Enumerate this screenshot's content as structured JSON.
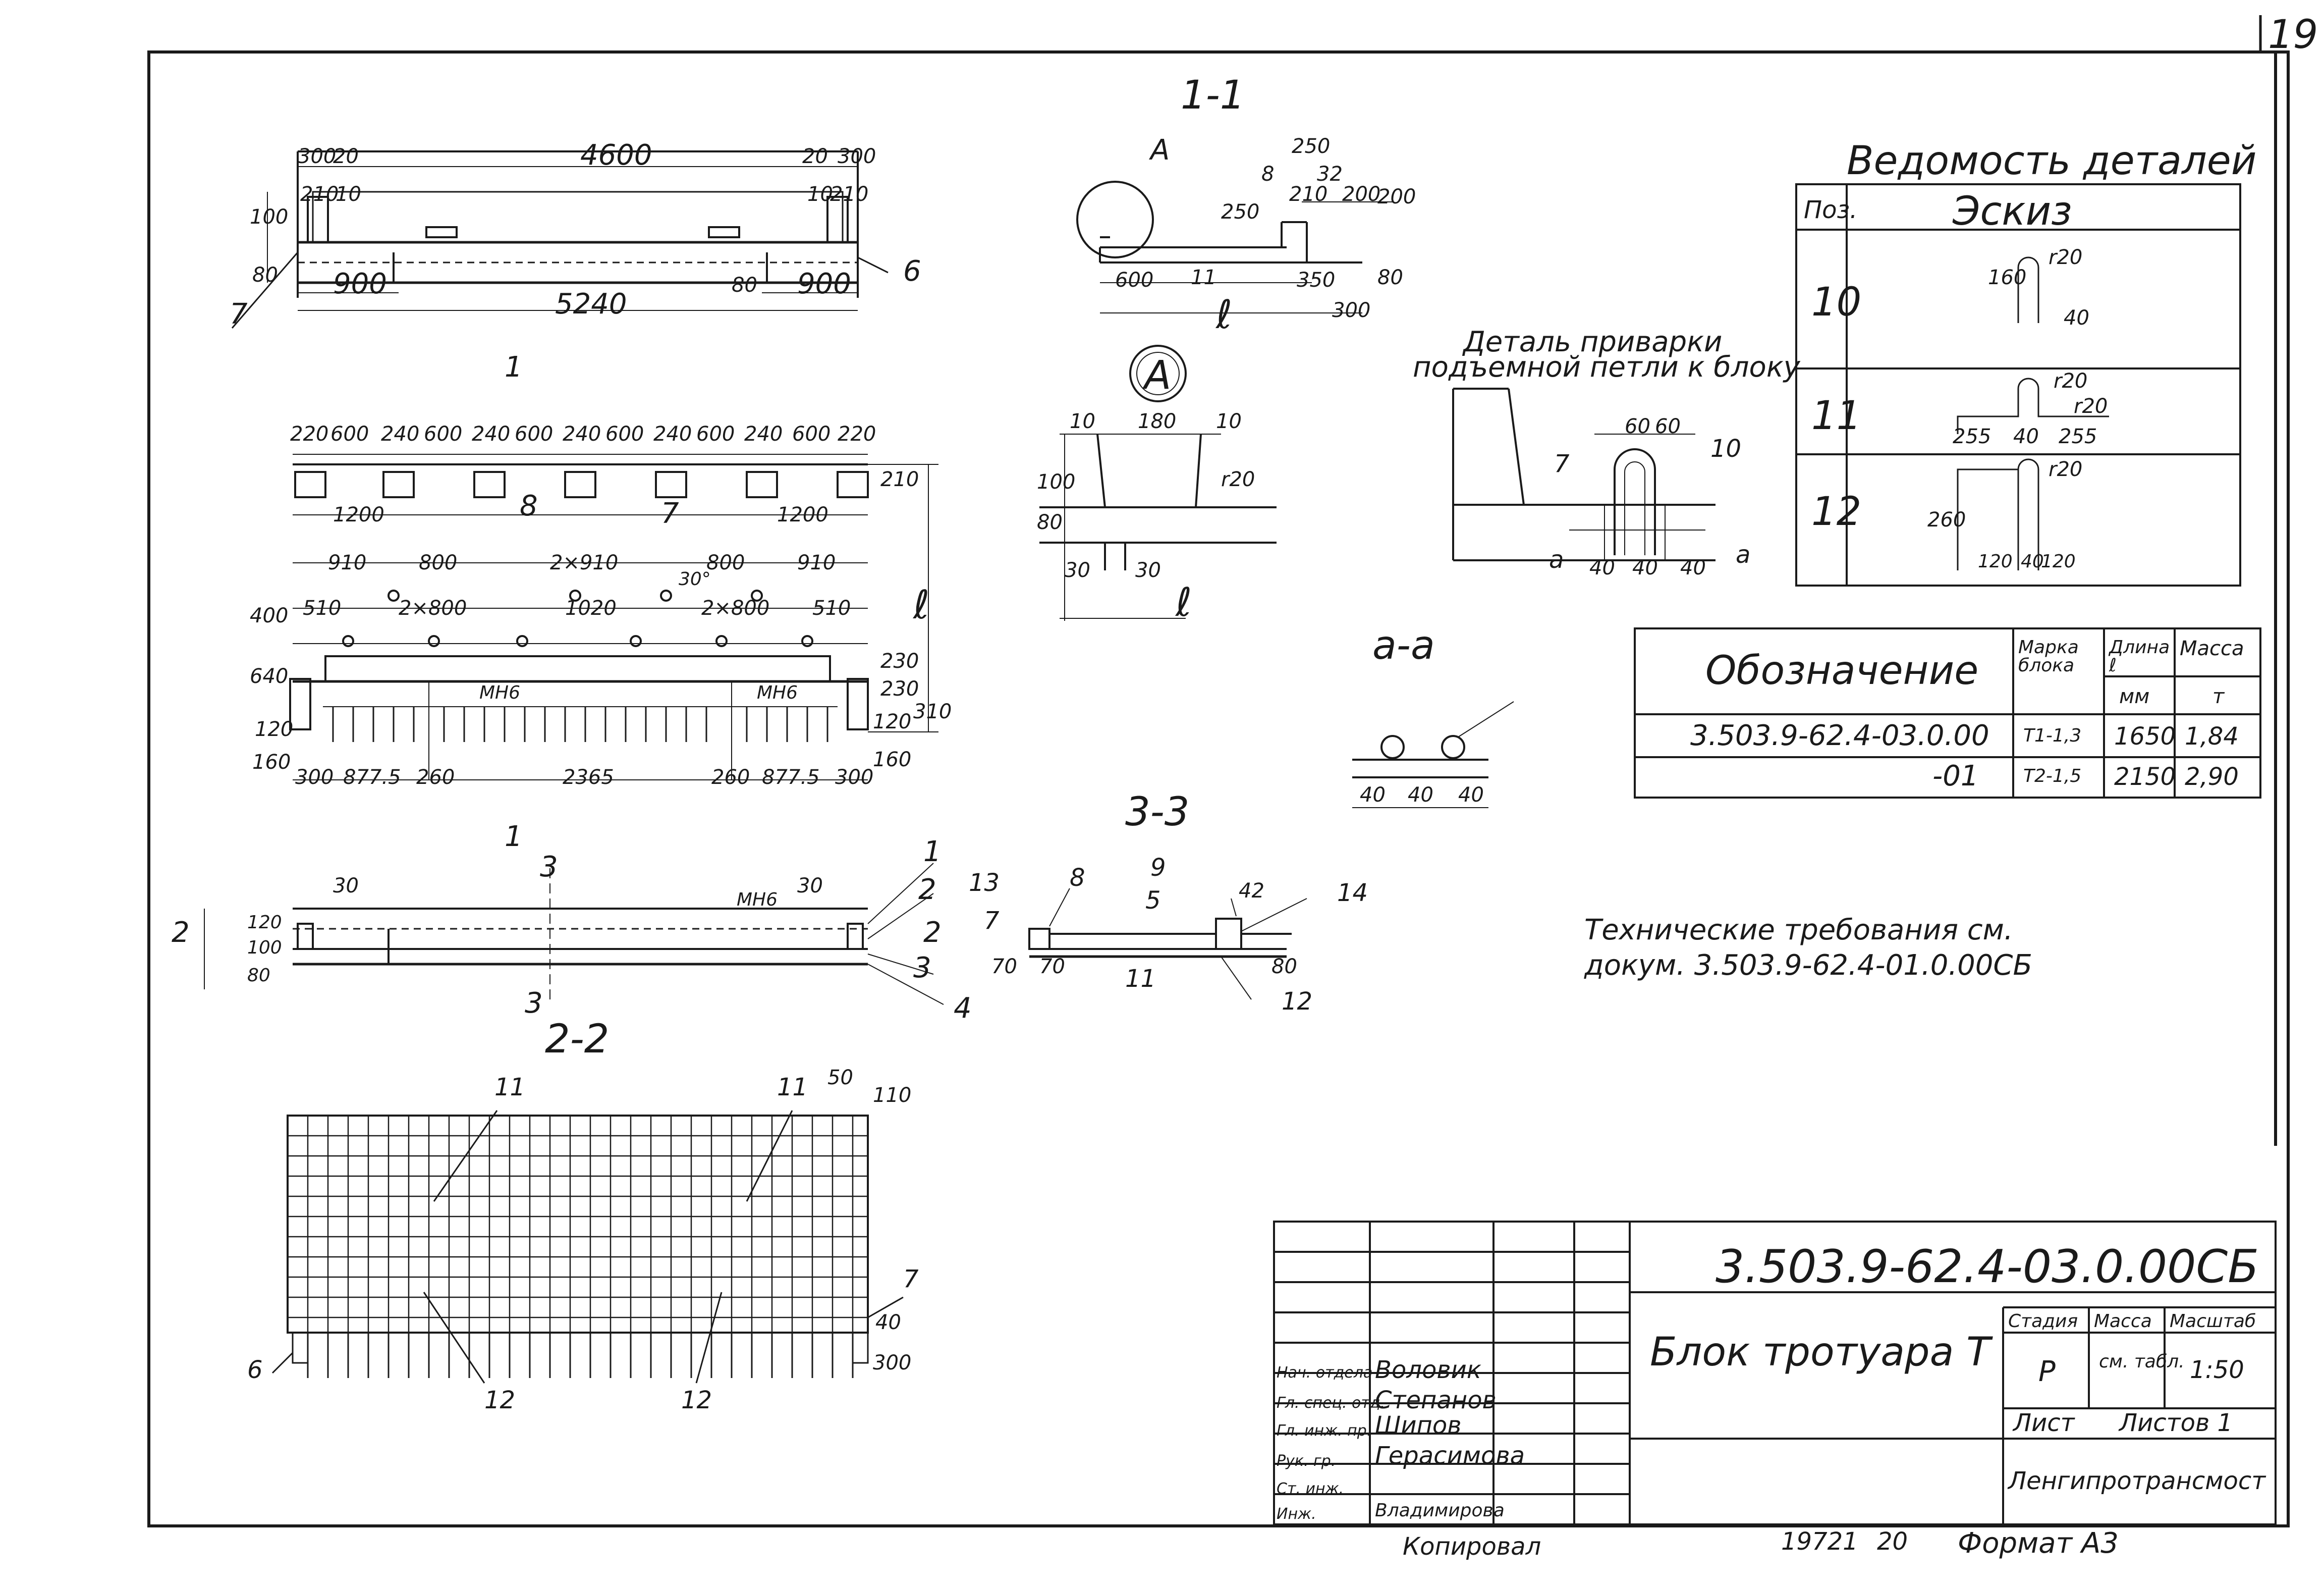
{
  "sheet_number": "19",
  "elevation": {
    "top_dims": [
      "300",
      "20",
      "4600",
      "20",
      "300"
    ],
    "sub_dims_left": [
      "210",
      "10"
    ],
    "sub_dims_right": [
      "10",
      "210"
    ],
    "side_dims": [
      "100",
      "80"
    ],
    "bottom_dims": [
      "900",
      "900",
      "5240"
    ],
    "lower_dims": [
      "80"
    ],
    "pos_left": "7",
    "pos_right": "6"
  },
  "plan": {
    "cut_mark": "1",
    "top_dims": [
      "220",
      "600",
      "240",
      "600",
      "240",
      "600",
      "240",
      "600",
      "240",
      "600",
      "240",
      "600",
      "220"
    ],
    "dim_1200": [
      "1200",
      "1200"
    ],
    "pos_8": "8",
    "pos_7": "7",
    "row1": [
      "910",
      "800",
      "2×910",
      "800",
      "910"
    ],
    "row2": [
      "510",
      "2×800",
      "1020",
      "2×800",
      "510"
    ],
    "angle": "30°",
    "left_dims": [
      "400",
      "640",
      "120",
      "160"
    ],
    "right_dims": [
      "210",
      "230",
      "230",
      "120",
      "160",
      "310"
    ],
    "mn": [
      "МН6",
      "МН6"
    ],
    "bottom_dims": [
      "300",
      "877.5",
      "260",
      "2365",
      "260",
      "877.5",
      "300"
    ],
    "l_label": "ℓ",
    "cut_bottom": "1"
  },
  "side_view": {
    "cut_mark": "3",
    "cut_mark_bottom": "3",
    "dims_top": [
      "30",
      "30"
    ],
    "mn": "МН6",
    "left_dims": [
      "120",
      "100",
      "80"
    ],
    "pos": [
      "1",
      "2",
      "3",
      "4"
    ],
    "cut_2": "2",
    "cut_2_left": "2"
  },
  "section_11": {
    "title": "1-1",
    "callout": "А",
    "dims_top": [
      "250",
      "8",
      "32",
      "210",
      "200",
      "200",
      "250"
    ],
    "dims_bottom": [
      "600",
      "11",
      "350",
      "300",
      "80"
    ],
    "l_label": "ℓ"
  },
  "detail_a": {
    "title": "А",
    "dims": [
      "10",
      "180",
      "10",
      "r20",
      "100",
      "80",
      "30",
      "30"
    ],
    "l_label": "ℓ"
  },
  "section_33": {
    "title": "3-3",
    "pos": [
      "13",
      "8",
      "9",
      "5",
      "42",
      "14",
      "7",
      "70",
      "70",
      "11",
      "80",
      "12"
    ]
  },
  "section_22": {
    "title": "2-2",
    "pos": [
      "11",
      "11",
      "50",
      "110",
      "7",
      "6",
      "12",
      "12"
    ],
    "dims_right": [
      "40",
      "300"
    ]
  },
  "weld_detail": {
    "title_line1": "Деталь приварки",
    "title_line2": "подъемной петли к блоку",
    "dims": [
      "60",
      "60",
      "10",
      "7",
      "40",
      "40",
      "40"
    ],
    "mark_a": "а",
    "mark_a2": "а"
  },
  "section_aa": {
    "title": "а-а",
    "dims": [
      "40",
      "40",
      "40"
    ]
  },
  "details_table": {
    "title": "Ведомость деталей",
    "col_pos": "Поз.",
    "col_sketch": "Эскиз",
    "rows": [
      {
        "pos": "10",
        "dims": [
          "160",
          "r20",
          "40"
        ]
      },
      {
        "pos": "11",
        "dims": [
          "r20",
          "r20",
          "255",
          "40",
          "255"
        ]
      },
      {
        "pos": "12",
        "dims": [
          "r20",
          "260",
          "120",
          "40",
          "120"
        ]
      }
    ]
  },
  "spec_table": {
    "h_name": "Обозначение",
    "h_mark": "Марка блока",
    "h_len": "Длина ℓ",
    "h_len_unit": "мм",
    "h_mass": "Масса",
    "h_mass_unit": "т",
    "rows": [
      {
        "name": "3.503.9-62.4-03.0.00",
        "mark": "Т1-1,3",
        "len": "1650",
        "mass": "1,84"
      },
      {
        "name": "-01",
        "mark": "Т2-1,5",
        "len": "2150",
        "mass": "2,90"
      }
    ]
  },
  "tech_note": {
    "line1": "Технические требования см.",
    "line2": "докум. 3.503.9-62.4-01.0.00СБ"
  },
  "title_block": {
    "code": "3.503.9-62.4-03.0.00СБ",
    "name": "Блок тротуара Т",
    "h_stage": "Стадия",
    "h_mass": "Масса",
    "h_scale": "Масштаб",
    "stage": "Р",
    "mass": "см. табл.",
    "scale": "1:50",
    "sheet": "Лист",
    "sheets": "Листов 1",
    "org": "Ленгипротрансмост",
    "roles": [
      {
        "role": "Нач. отдела",
        "name": "Воловик"
      },
      {
        "role": "Гл. спец. отд.",
        "name": "Степанов"
      },
      {
        "role": "Гл. инж. пр.",
        "name": "Шипов"
      },
      {
        "role": "Рук. гр.",
        "name": "Герасимова"
      },
      {
        "role": "Ст. инж.",
        "name": ""
      },
      {
        "role": "Инж.",
        "name": "Владимирова"
      }
    ]
  },
  "footer": {
    "copied": "Копировал",
    "inv": "19721",
    "num": "20",
    "format": "Формат А3"
  }
}
